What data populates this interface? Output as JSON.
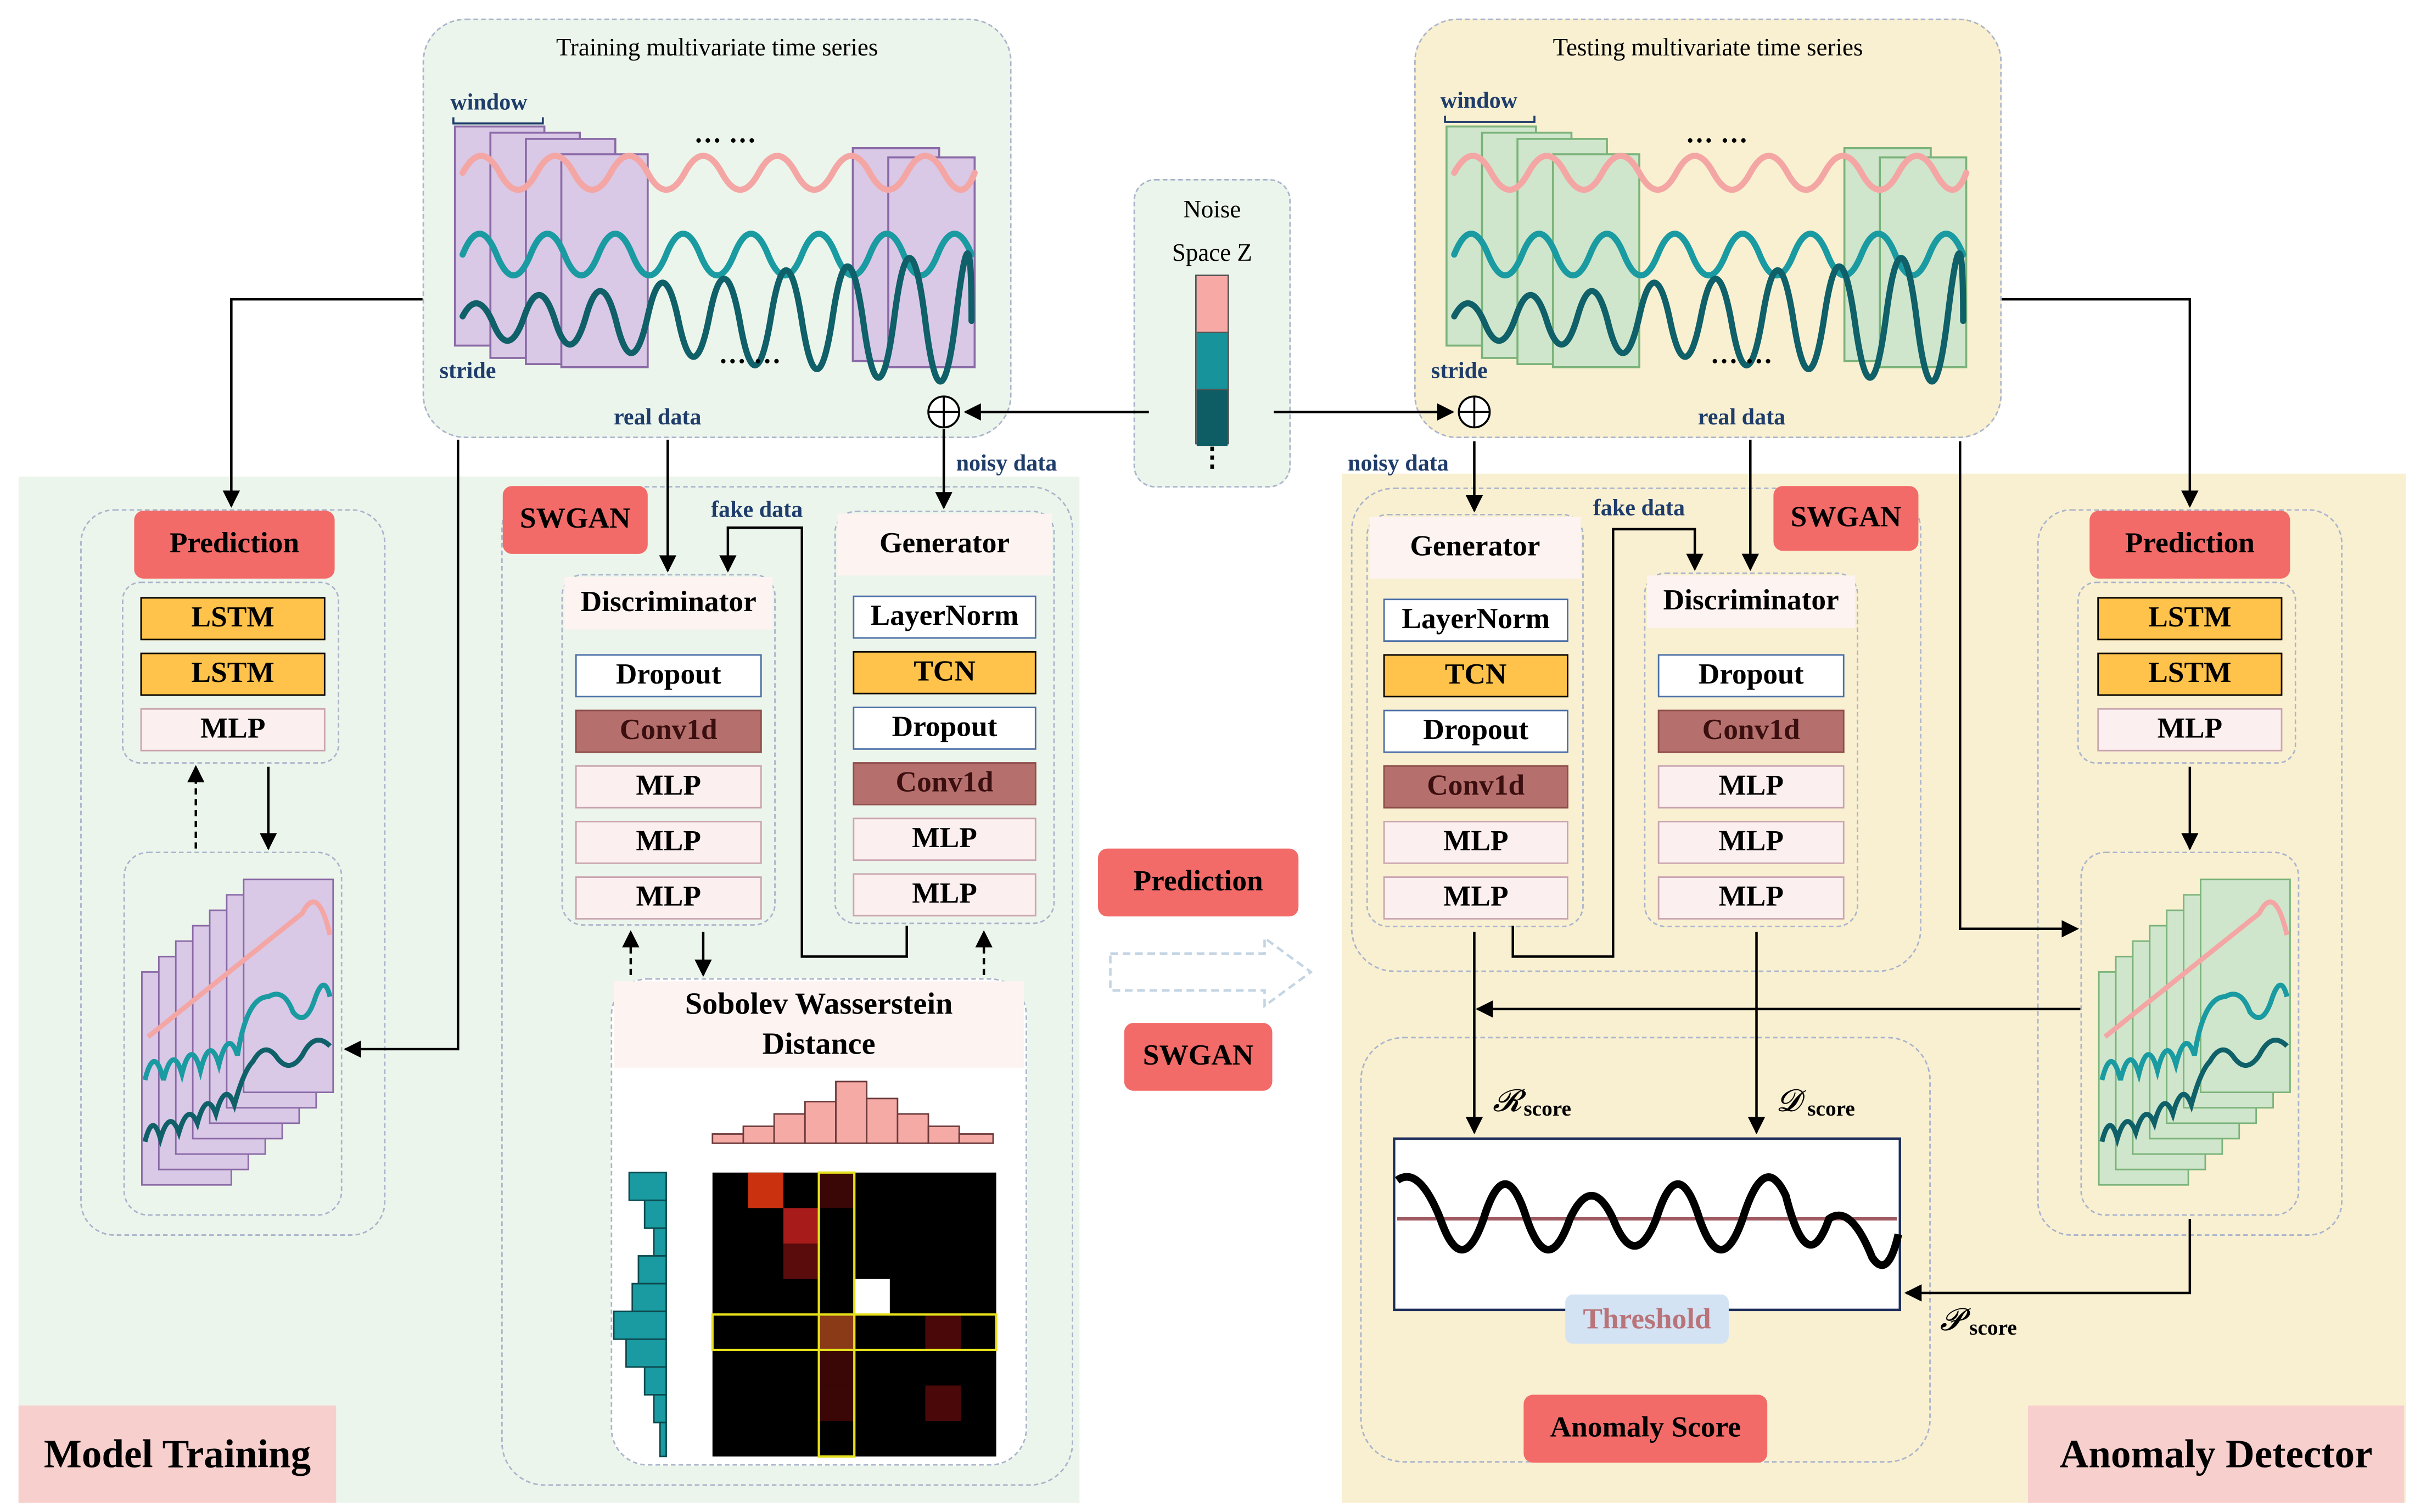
{
  "training": {
    "title": "Training multivariate time series",
    "window_label": "window",
    "stride_label": "stride",
    "dots_top": "··· ···",
    "dots_bottom": "··· ···",
    "real_data_label": "real data",
    "noisy_data_label": "noisy data",
    "fake_data_label": "fake data"
  },
  "testing": {
    "title": "Testing multivariate time series",
    "window_label": "window",
    "stride_label": "stride",
    "dots_top": "··· ···",
    "dots_bottom": "··· ···",
    "real_data_label": "real data",
    "noisy_data_label": "noisy data",
    "fake_data_label": "fake data"
  },
  "noise": {
    "line1": "Noise",
    "line2": "Space Z",
    "dots": "⋮",
    "colors": [
      "#f7a9a5",
      "#17939b",
      "#0e5d64"
    ]
  },
  "left_predictor": {
    "title": "Prediction",
    "layers": [
      "LSTM",
      "LSTM",
      "MLP"
    ]
  },
  "right_predictor": {
    "title": "Prediction",
    "layers": [
      "LSTM",
      "LSTM",
      "MLP"
    ]
  },
  "swgan_left": {
    "tag": "SWGAN",
    "discriminator": {
      "title": "Discriminator",
      "layers": [
        "Dropout",
        "Conv1d",
        "MLP",
        "MLP",
        "MLP"
      ]
    },
    "generator": {
      "title": "Generator",
      "layers": [
        "LayerNorm",
        "TCN",
        "Dropout",
        "Conv1d",
        "MLP",
        "MLP"
      ]
    },
    "distance_title_line1": "Sobolev Wasserstein",
    "distance_title_line2": "Distance"
  },
  "swgan_right": {
    "tag": "SWGAN",
    "discriminator": {
      "title": "Discriminator",
      "layers": [
        "Dropout",
        "Conv1d",
        "MLP",
        "MLP",
        "MLP"
      ]
    },
    "generator": {
      "title": "Generator",
      "layers": [
        "LayerNorm",
        "TCN",
        "Dropout",
        "Conv1d",
        "MLP",
        "MLP"
      ]
    }
  },
  "middle": {
    "prediction": "Prediction",
    "swgan": "SWGAN"
  },
  "scores": {
    "r_symbol": "𝓡",
    "r_sub": "score",
    "d_symbol": "𝓓",
    "d_sub": "score",
    "p_symbol": "𝓟",
    "p_sub": "score",
    "threshold": "Threshold",
    "anomaly_score": "Anomaly Score"
  },
  "sections": {
    "left": "Model Training",
    "right": "Anomaly Detector"
  },
  "colors": {
    "pink_wave": "#f4a6a4",
    "teal_wave": "#1a9aa1",
    "dark_teal_wave": "#0f6068",
    "train_bg": "#ecf5eb",
    "test_bg": "#f9f0d1"
  }
}
